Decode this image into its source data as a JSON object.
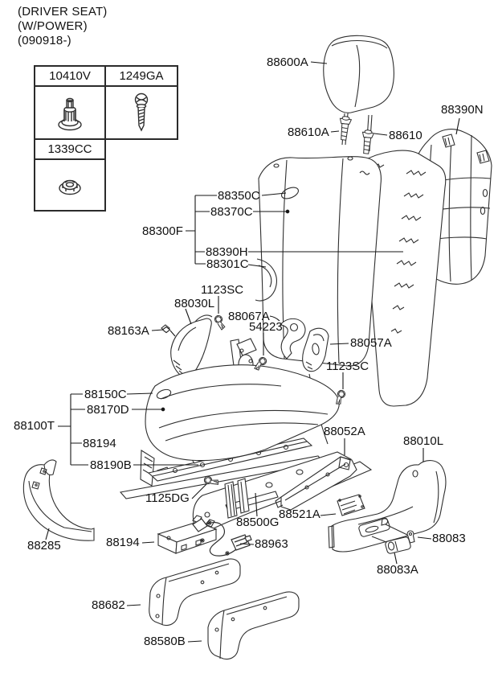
{
  "page": {
    "title_line1": "(DRIVER SEAT)",
    "title_line2": "(W/POWER)",
    "title_line3": "(090918-)"
  },
  "fastener_table": {
    "col1_code": "10410V",
    "col2_code": "1249GA",
    "col3_code": "1339CC",
    "col1_icon": "grommet-fastener-icon",
    "col2_icon": "tapping-screw-icon",
    "col3_icon": "flange-nut-icon"
  },
  "callouts": {
    "c88600A": "88600A",
    "c88610A": "88610A",
    "c88610": "88610",
    "c88390N": "88390N",
    "c88350C": "88350C",
    "c88370C": "88370C",
    "c88300F": "88300F",
    "c88390H": "88390H",
    "c88301C": "88301C",
    "c1123SC_top": "1123SC",
    "c88030L": "88030L",
    "c88067A": "88067A",
    "c54223": "54223",
    "c88163A": "88163A",
    "c88057A": "88057A",
    "c1123SC_side": "1123SC",
    "c88150C": "88150C",
    "c88170D": "88170D",
    "c88100T": "88100T",
    "c88194_upper": "88194",
    "c88190B": "88190B",
    "c1125DG": "1125DG",
    "c88052A": "88052A",
    "c88010L": "88010L",
    "c88521A": "88521A",
    "c88500G": "88500G",
    "c88083": "88083",
    "c88083A": "88083A",
    "c88285": "88285",
    "c88194_lower": "88194",
    "c88963": "88963",
    "c88682": "88682",
    "c88580B": "88580B"
  }
}
